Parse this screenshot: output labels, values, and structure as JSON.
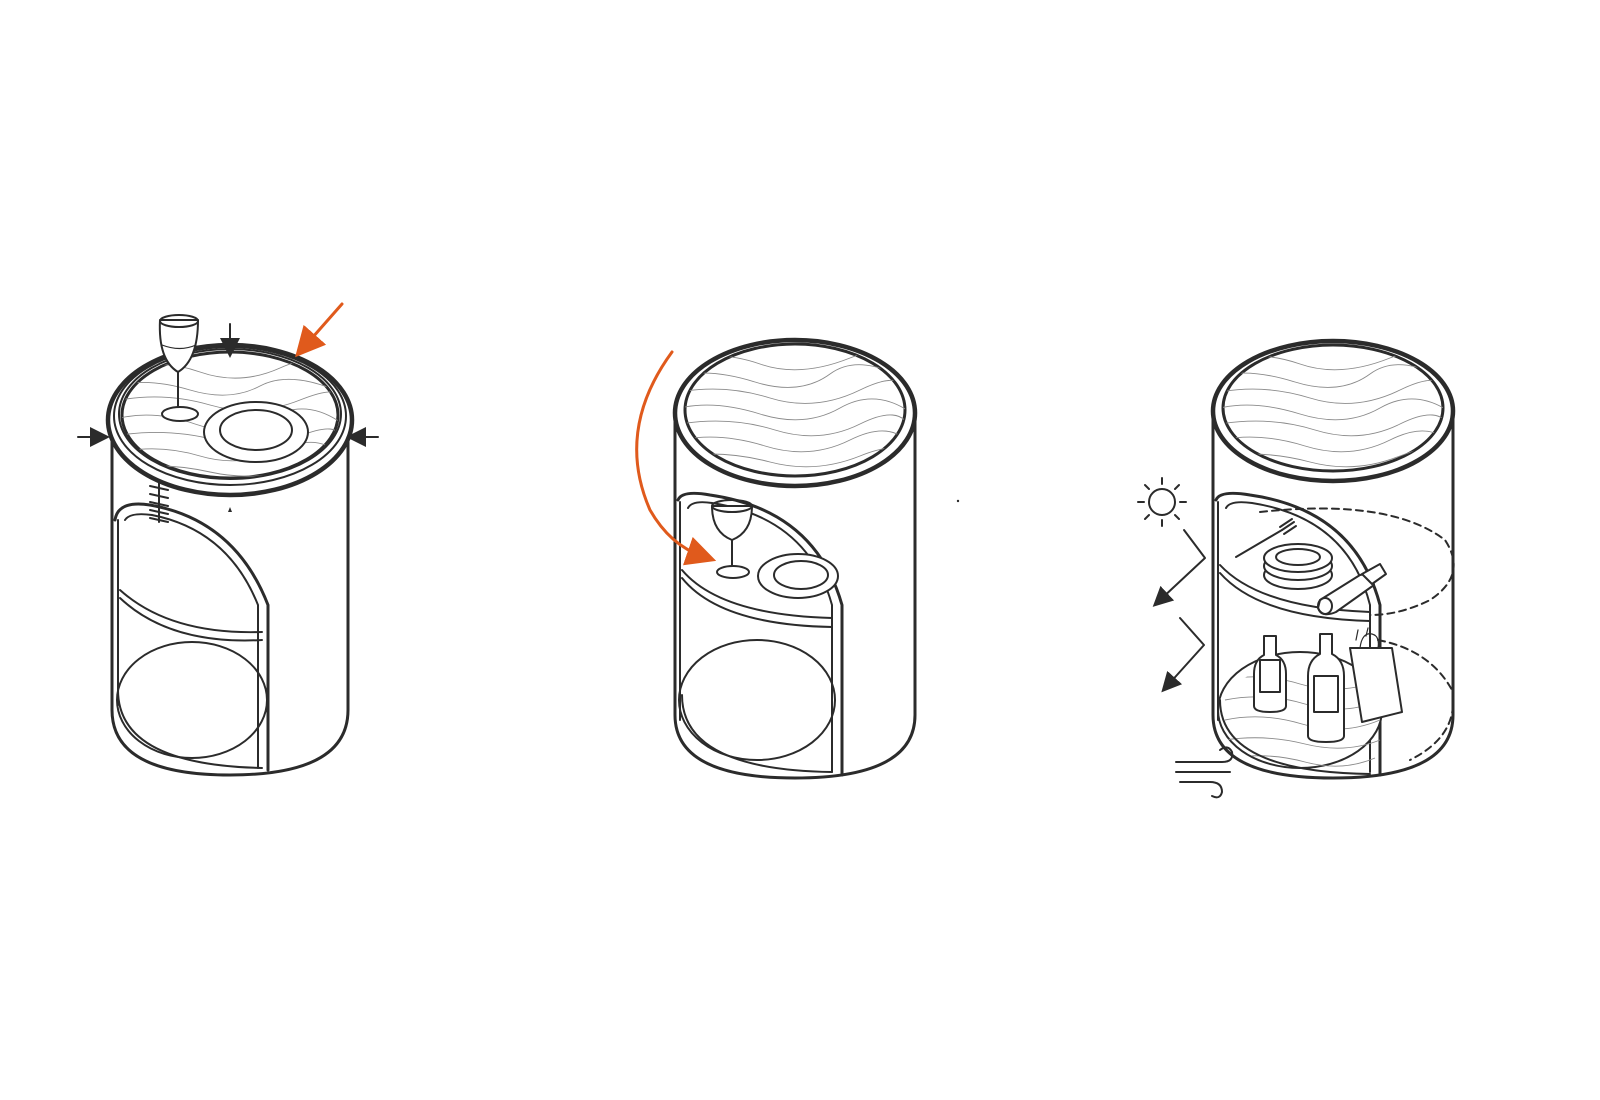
{
  "colors": {
    "background": "#ffffff",
    "line": "#2b2b2b",
    "grain": "#8a8a8a",
    "accent": "#e05a1c"
  },
  "panels": [
    {
      "name": "screw-on-tabletop",
      "objects": [
        "wine-glass",
        "plate",
        "wood-grain-top",
        "screw-thread",
        "down-arrow",
        "side-arrows",
        "accent-arrow"
      ]
    },
    {
      "name": "storage-inside",
      "objects": [
        "wood-grain-top",
        "wine-glass",
        "plate",
        "curved-accent-arrow"
      ]
    },
    {
      "name": "weather-protection",
      "objects": [
        "sun-icon",
        "wind-icon",
        "rotate-arrows",
        "bottles",
        "shopping-bag",
        "fork",
        "plates",
        "wine-bottle",
        "dashed-shelf-outline"
      ]
    }
  ]
}
